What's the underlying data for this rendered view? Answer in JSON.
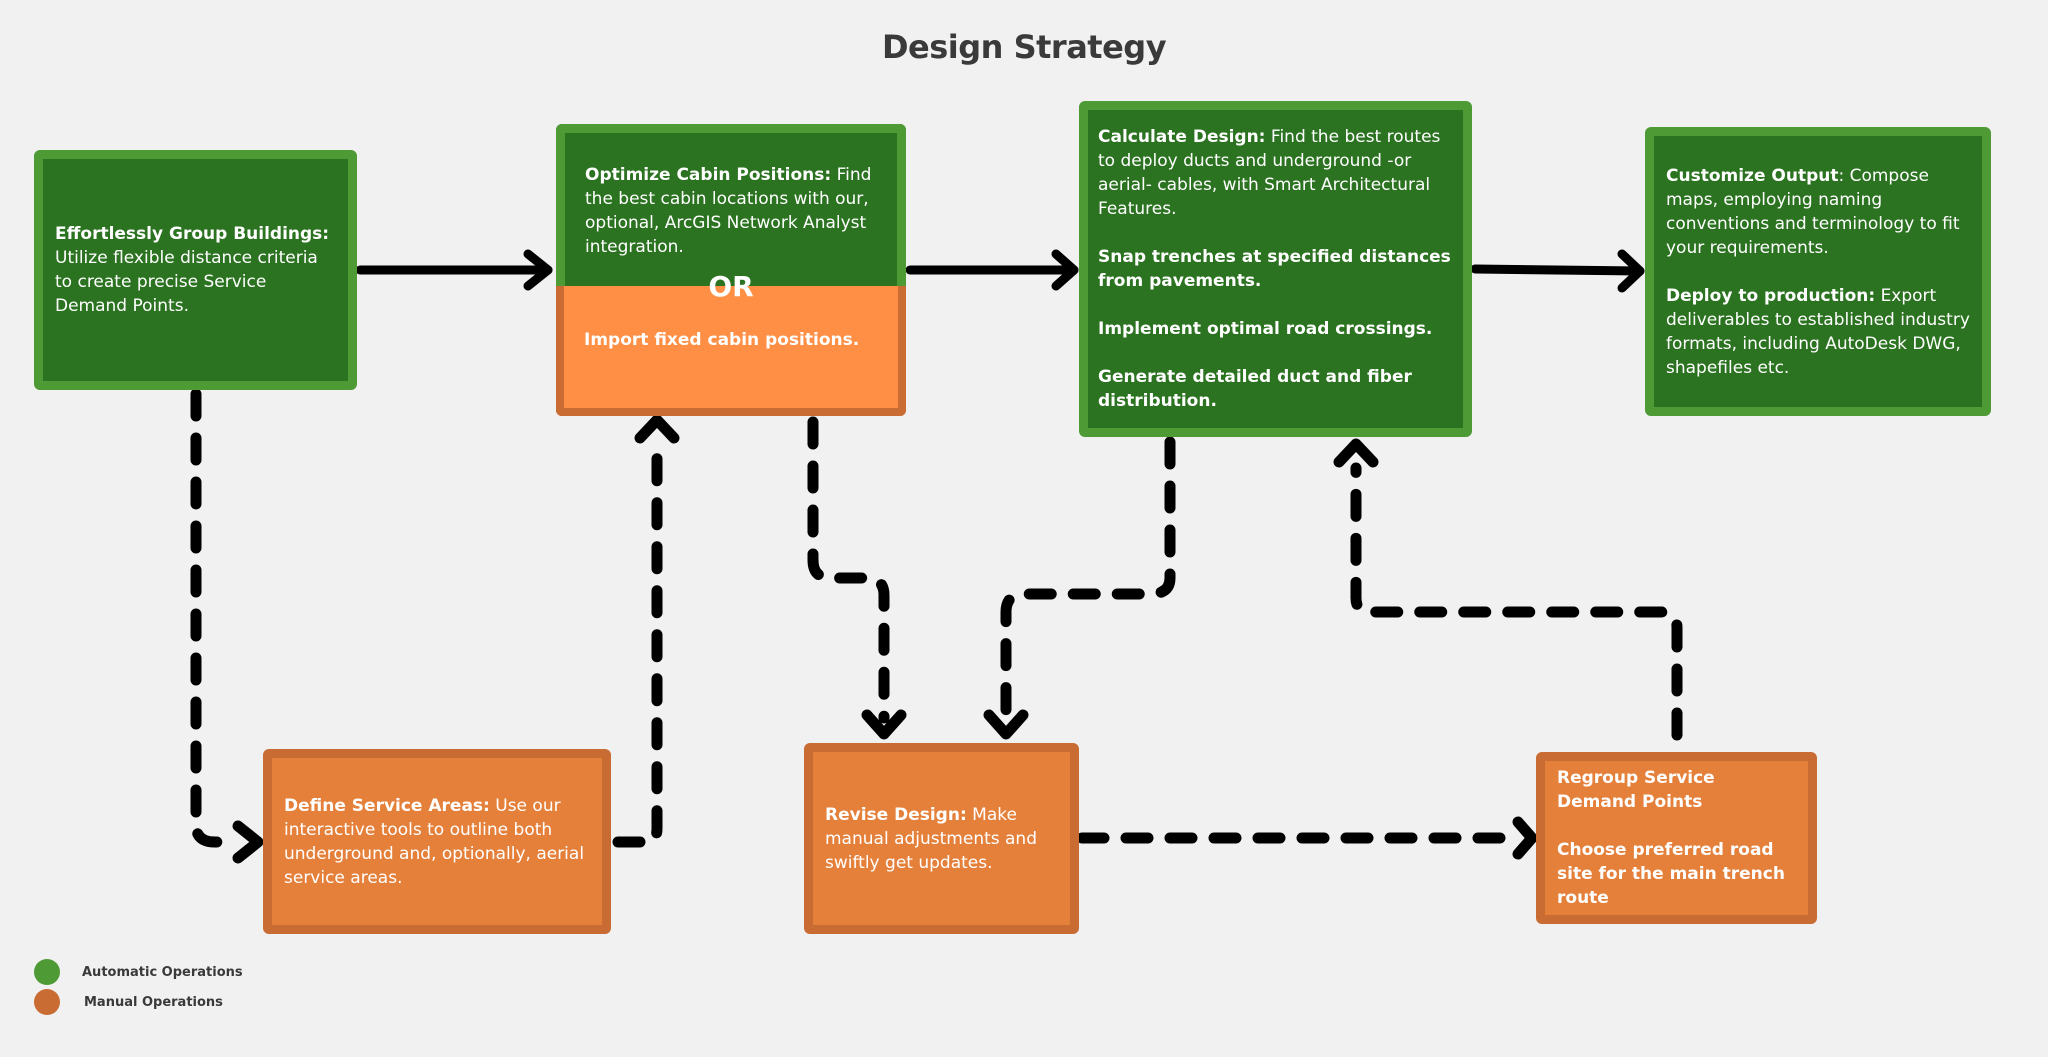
{
  "title": "Design Strategy",
  "colors": {
    "background": "#f1f1f1",
    "automatic_fill": "#2b7320",
    "automatic_border": "#4e9a35",
    "manual_fill": "#e5803b",
    "manual_border": "#c86c34",
    "import_fill": "#ff8f44",
    "connector": "#000000"
  },
  "boxes": {
    "group_buildings": {
      "type": "automatic",
      "heading": "Effortlessly Group Buildings:",
      "body": "Utilize flexible distance criteria to create precise Service Demand Points."
    },
    "optimize_cabins": {
      "type": "automatic",
      "heading": "Optimize Cabin Positions:",
      "body": "Find the best cabin locations with our, optional, ArcGIS Network Analyst integration.",
      "separator": "OR",
      "alternative": "Import fixed cabin positions."
    },
    "calculate_design": {
      "type": "automatic",
      "heading": "Calculate Design:",
      "body": "Find the best routes to deploy ducts and underground -or aerial- cables, with Smart Architectural Features.",
      "points": [
        "Snap trenches at specified distances from pavements.",
        "Implement optimal road crossings.",
        "Generate detailed duct and fiber distribution."
      ]
    },
    "customize_output": {
      "type": "automatic",
      "heading": "Customize Output",
      "body": ": Compose maps, employing naming conventions and terminology to fit your requirements.",
      "heading2": "Deploy to production:",
      "body2": "Export deliverables to established industry formats, including AutoDesk DWG, shapefiles etc."
    },
    "define_service_areas": {
      "type": "manual",
      "heading": "Define Service Areas:",
      "body": "Use our interactive tools to outline both underground and, optionally, aerial service areas."
    },
    "revise_design": {
      "type": "manual",
      "heading": "Revise Design:",
      "body": "Make manual adjustments and swiftly get updates."
    },
    "regroup": {
      "type": "manual",
      "heading": "Regroup Service Demand Points",
      "heading2": "Choose preferred road site for the main trench route"
    }
  },
  "connectors": [
    {
      "from": "group_buildings",
      "to": "optimize_cabins",
      "style": "solid"
    },
    {
      "from": "optimize_cabins",
      "to": "calculate_design",
      "style": "solid"
    },
    {
      "from": "calculate_design",
      "to": "customize_output",
      "style": "solid"
    },
    {
      "from": "group_buildings",
      "to": "define_service_areas",
      "style": "dashed"
    },
    {
      "from": "define_service_areas",
      "to": "optimize_cabins",
      "style": "dashed"
    },
    {
      "from": "optimize_cabins",
      "to": "revise_design",
      "style": "dashed"
    },
    {
      "from": "calculate_design",
      "to": "revise_design",
      "style": "dashed"
    },
    {
      "from": "revise_design",
      "to": "regroup",
      "style": "dashed"
    },
    {
      "from": "regroup",
      "to": "calculate_design",
      "style": "dashed"
    }
  ],
  "legend": [
    {
      "label": "Automatic Operations",
      "color": "#4e9a35"
    },
    {
      "label": "Manual Operations",
      "color": "#c86c34"
    }
  ]
}
